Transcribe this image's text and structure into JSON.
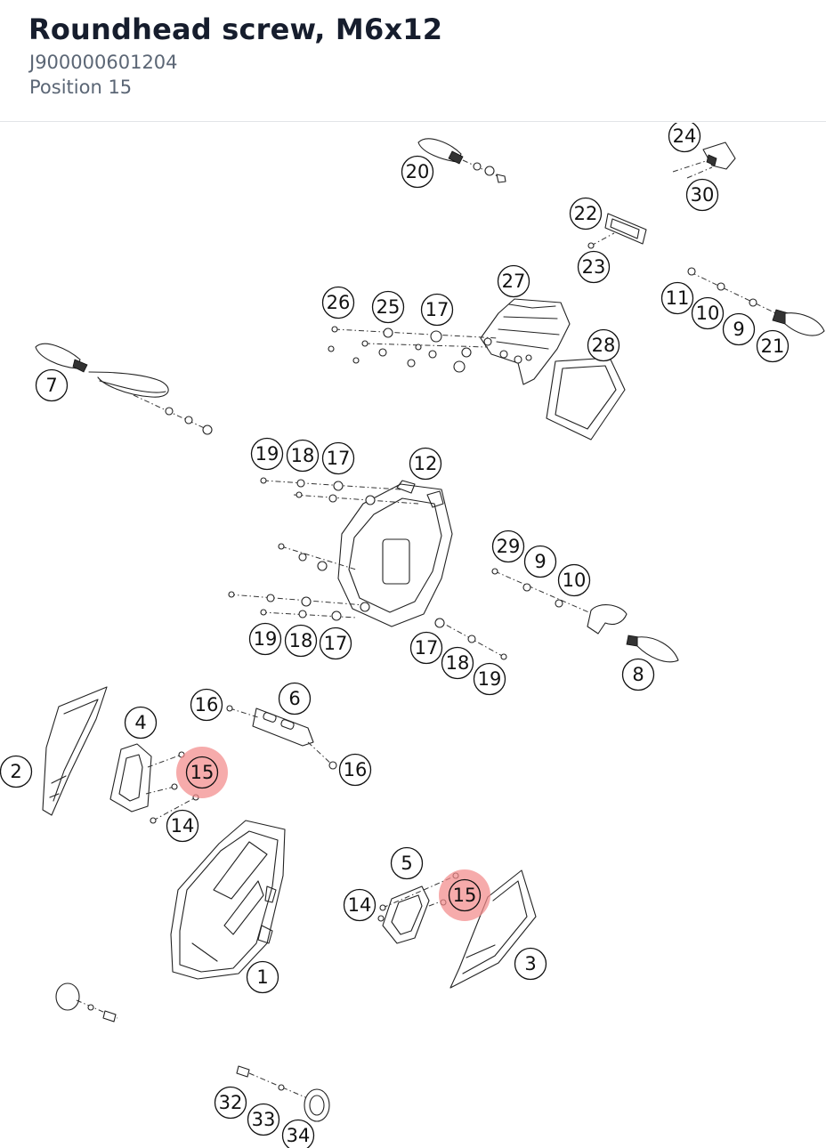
{
  "header": {
    "title": "Roundhead screw, M6x12",
    "part_number": "J900000601204",
    "position": "Position 15"
  },
  "diagram": {
    "highlight_color": "#f28b8b",
    "highlighted_position": "15"
  }
}
